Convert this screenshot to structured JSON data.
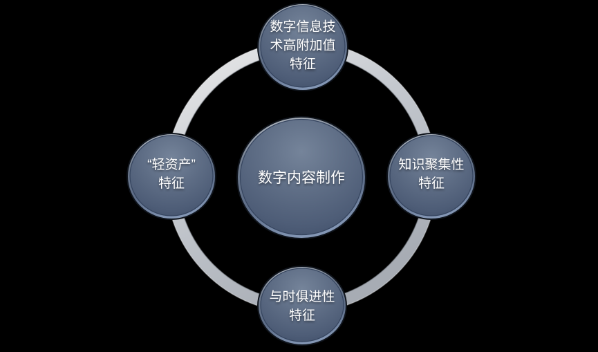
{
  "diagram": {
    "type": "cycle",
    "background_color": "#000000",
    "colors": {
      "ring_light": "#ebebeb",
      "ring_mid": "#c6cad0",
      "ring_dark": "#a7acb4",
      "node_rim_top": "#b7bdc5",
      "node_rim_bottom": "#8396b4",
      "node_body_light": "#75849a",
      "node_body_dark": "#3d4c66",
      "text": "#ffffff"
    },
    "center": {
      "label": "数字内容制作",
      "lines": [
        "数字内容制作"
      ]
    },
    "satellites": [
      {
        "position": "top",
        "label": "数字信息技术高附加值特征",
        "lines": [
          "数字信息技",
          "术高附加值",
          "特征"
        ]
      },
      {
        "position": "right",
        "label": "知识聚集性特征",
        "lines": [
          "知识聚集性",
          "特征"
        ]
      },
      {
        "position": "bottom",
        "label": "与时俱进性特征",
        "lines": [
          "与时俱进性",
          "特征"
        ]
      },
      {
        "position": "left",
        "label": "“轻资产”特征",
        "lines": [
          "“轻资产”",
          "特征"
        ]
      }
    ]
  }
}
